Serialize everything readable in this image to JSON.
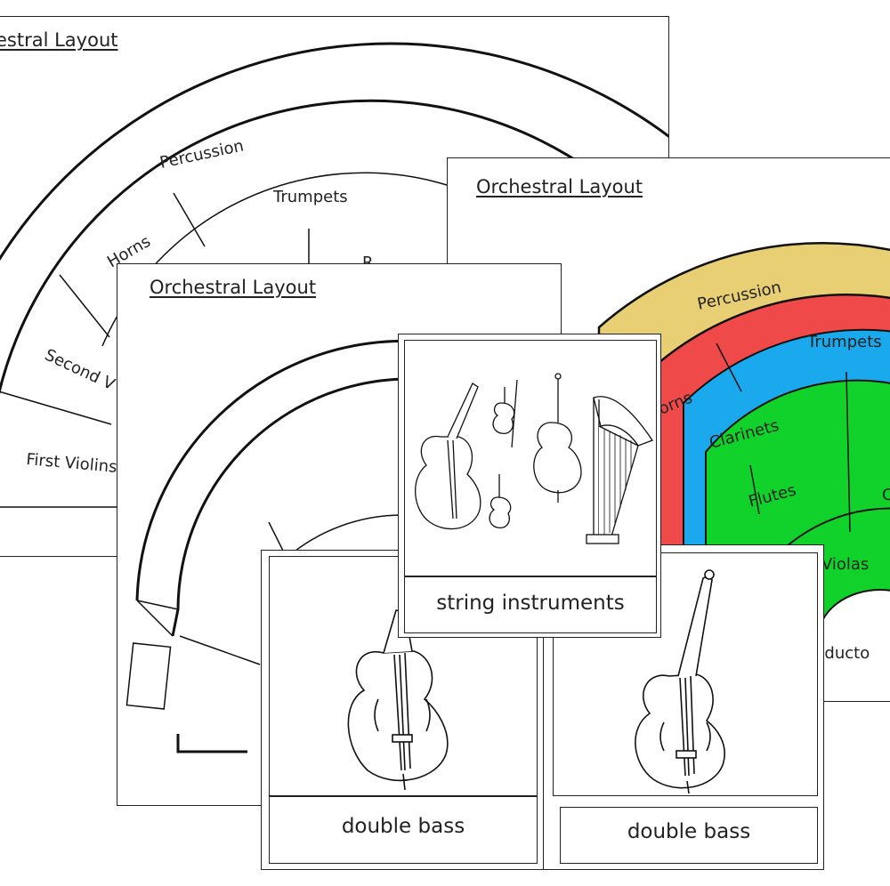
{
  "sheet_outline_large": {
    "title": "estral Layout",
    "sections": {
      "percussion": "Percussion",
      "trumpets": "Trumpets",
      "horns": "Horns",
      "second_violins": "Second V",
      "first_violins": "First Violins",
      "partial_r": "R"
    }
  },
  "sheet_outline_small": {
    "title": "Orchestral Layout"
  },
  "sheet_color": {
    "title": "Orchestral Layout",
    "sections": {
      "percussion": "Percussion",
      "trumpets": "Trumpets",
      "horns": "orns",
      "clarinets": "Clarinets",
      "flutes": "Flutes",
      "violas": "Violas",
      "conductor": "nducto",
      "partial_c": "C"
    },
    "colors": {
      "percussion": "#E9CF73",
      "brass": "#F0494A",
      "woodwinds": "#1AA9EC",
      "strings": "#11D22A",
      "conductor": "#FFFFFF"
    }
  },
  "card_double_bass_left": {
    "label": "double bass"
  },
  "card_double_bass_right": {
    "label": "double bass"
  },
  "card_strings": {
    "label": "string instruments"
  }
}
